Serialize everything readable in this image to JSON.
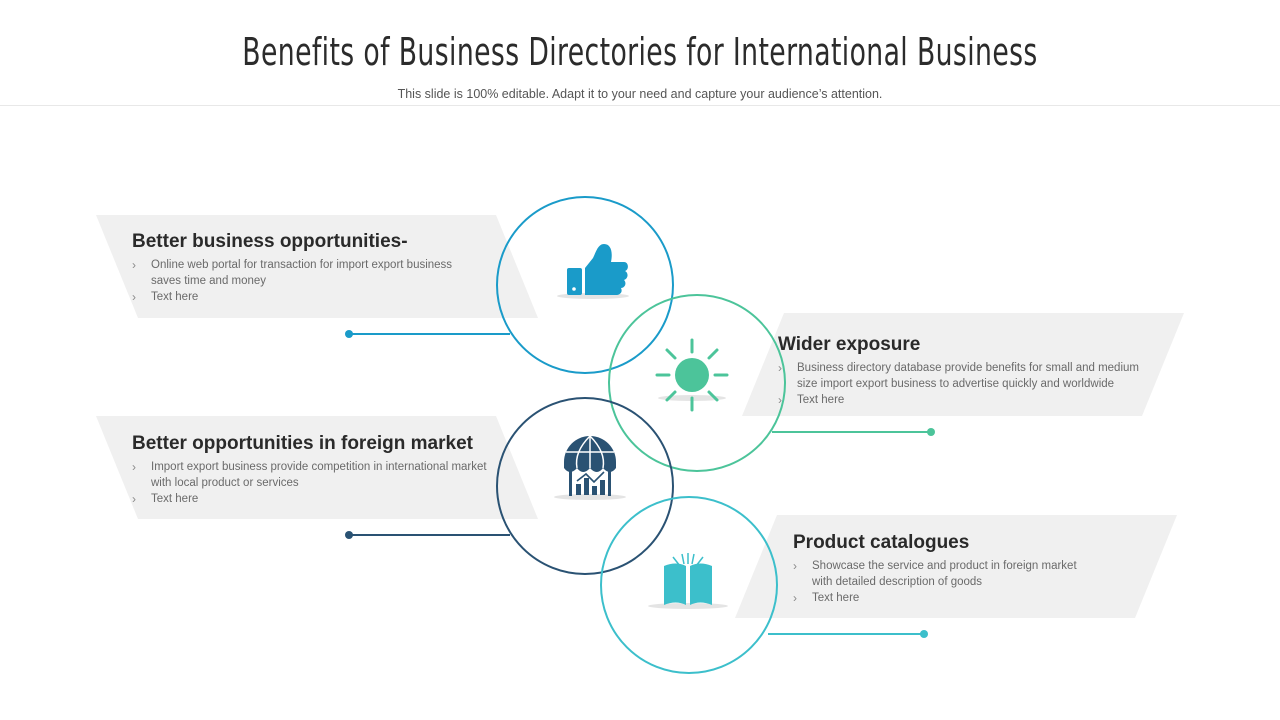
{
  "header": {
    "title": "Benefits of Business Directories for International Business",
    "subtitle": "This slide is 100% editable. Adapt it to your need and capture your audience’s attention."
  },
  "colors": {
    "blue": "#1a9bc9",
    "green": "#4cc49a",
    "navy": "#2a5273",
    "teal": "#3cbfcb",
    "panel": "#f0f0f0"
  },
  "icons": [
    "thumbs-up-icon",
    "sun-icon",
    "globe-market-icon",
    "open-book-icon"
  ],
  "cards": [
    {
      "title": "Better business opportunities-",
      "bullets": [
        "Online web  portal for transaction for import export business saves time and money",
        "Text here"
      ]
    },
    {
      "title": "Wider exposure",
      "bullets": [
        "Business directory database provide benefits for small and medium size import export business to advertise quickly and worldwide",
        "Text here"
      ]
    },
    {
      "title": "Better opportunities in foreign market",
      "bullets": [
        "Import export business provide competition in international market with local product or services",
        "Text here"
      ]
    },
    {
      "title": "Product catalogues",
      "bullets": [
        "Showcase the service and product in foreign market with detailed description of goods",
        "Text here"
      ]
    }
  ]
}
